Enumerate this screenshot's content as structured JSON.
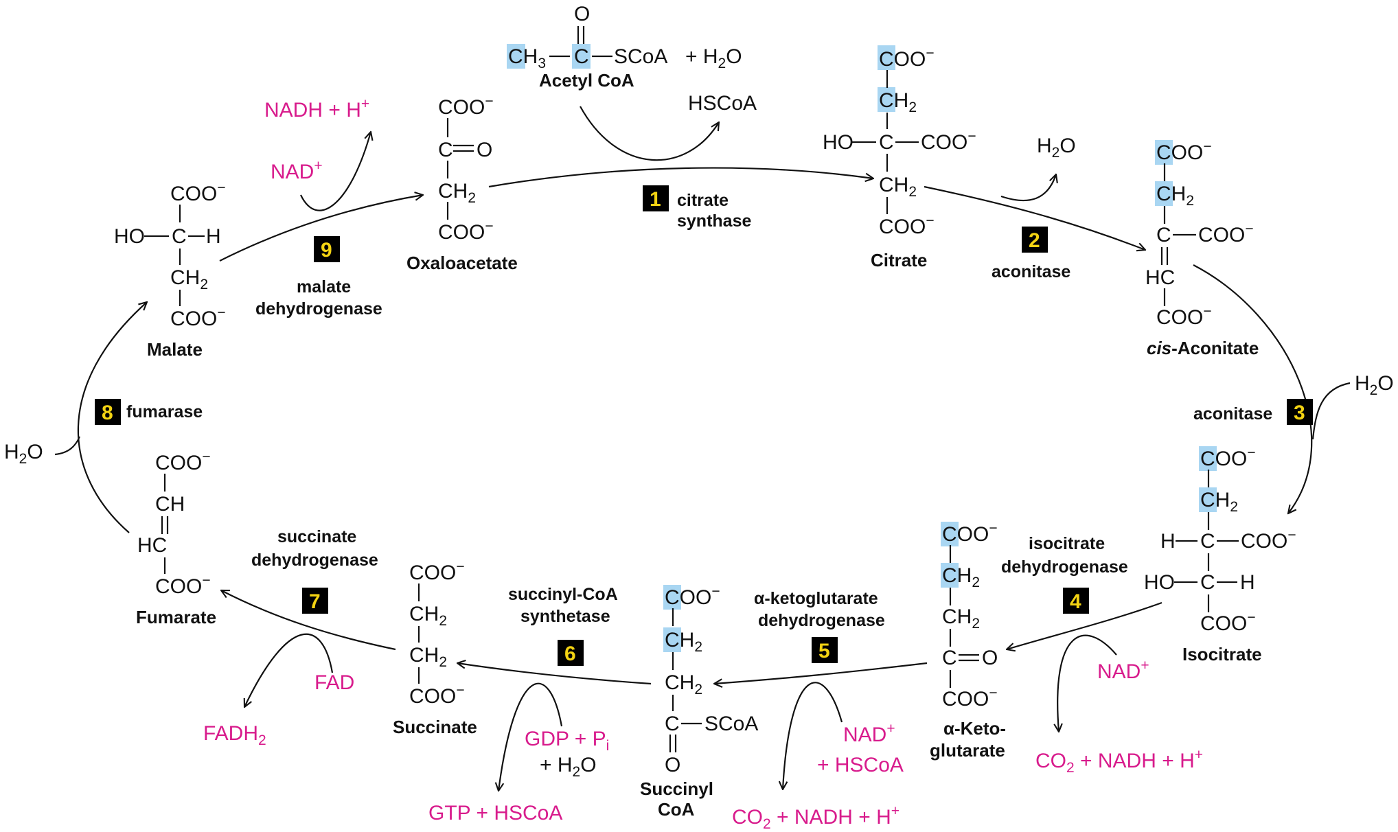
{
  "groups": {
    "coo": "COO",
    "ch2": "CH",
    "ch": "CH",
    "ch3": "CH",
    "c": "C",
    "hc": "HC",
    "o": "O",
    "h": "H",
    "ho": "HO",
    "scoa": "SCoA",
    "minus": "−",
    "two": "2",
    "three": "3",
    "h2o_h": "H",
    "h2o_o": "O"
  },
  "texts": {
    "plus_h2o": "+ H",
    "hscoa": "HSCoA",
    "nadh_h": "NADH + H",
    "nad": "NAD",
    "plus": "+",
    "fadh": "FADH",
    "fad": "FAD",
    "gdp_pi": "GDP + P",
    "i": "i",
    "plus_h2o_2": "+ H",
    "gtp_hscoa": "GTP + HSCoA",
    "nad_plus_line2": "+ HSCoA",
    "co2_nadh_h_a": "CO",
    "co2_nadh_h_b": " + NADH + H",
    "co2_nadh_h_c": " +  NADH  +  H"
  },
  "compounds": {
    "acetyl_coa": "Acetyl CoA",
    "citrate": "Citrate",
    "cis_aconitate_a": "cis",
    "cis_aconitate_b": "-Aconitate",
    "isocitrate": "Isocitrate",
    "a_ketoglutarate_1": "α-Keto-",
    "a_ketoglutarate_2": "glutarate",
    "succinyl_coa_1": "Succinyl",
    "succinyl_coa_2": "CoA",
    "succinate": "Succinate",
    "fumarate": "Fumarate",
    "malate": "Malate",
    "oxaloacetate": "Oxaloacetate"
  },
  "steps": [
    {
      "num": "1",
      "enzyme_1": "citrate",
      "enzyme_2": "synthase"
    },
    {
      "num": "2",
      "enzyme_1": "aconitase"
    },
    {
      "num": "3",
      "enzyme_1": "aconitase"
    },
    {
      "num": "4",
      "enzyme_1": "isocitrate",
      "enzyme_2": "dehydrogenase"
    },
    {
      "num": "5",
      "enzyme_1": "α-ketoglutarate",
      "enzyme_2": "dehydrogenase"
    },
    {
      "num": "6",
      "enzyme_1": "succinyl-CoA",
      "enzyme_2": "synthetase"
    },
    {
      "num": "7",
      "enzyme_1": "succinate",
      "enzyme_2": "dehydrogenase"
    },
    {
      "num": "8",
      "enzyme_1": "fumarase"
    },
    {
      "num": "9",
      "enzyme_1": "malate",
      "enzyme_2": "dehydrogenase"
    }
  ],
  "colors": {
    "cofactor": "#d81b8c",
    "highlight": "#a9d6f2",
    "step_box": "#000000",
    "step_number": "#f3d313"
  }
}
